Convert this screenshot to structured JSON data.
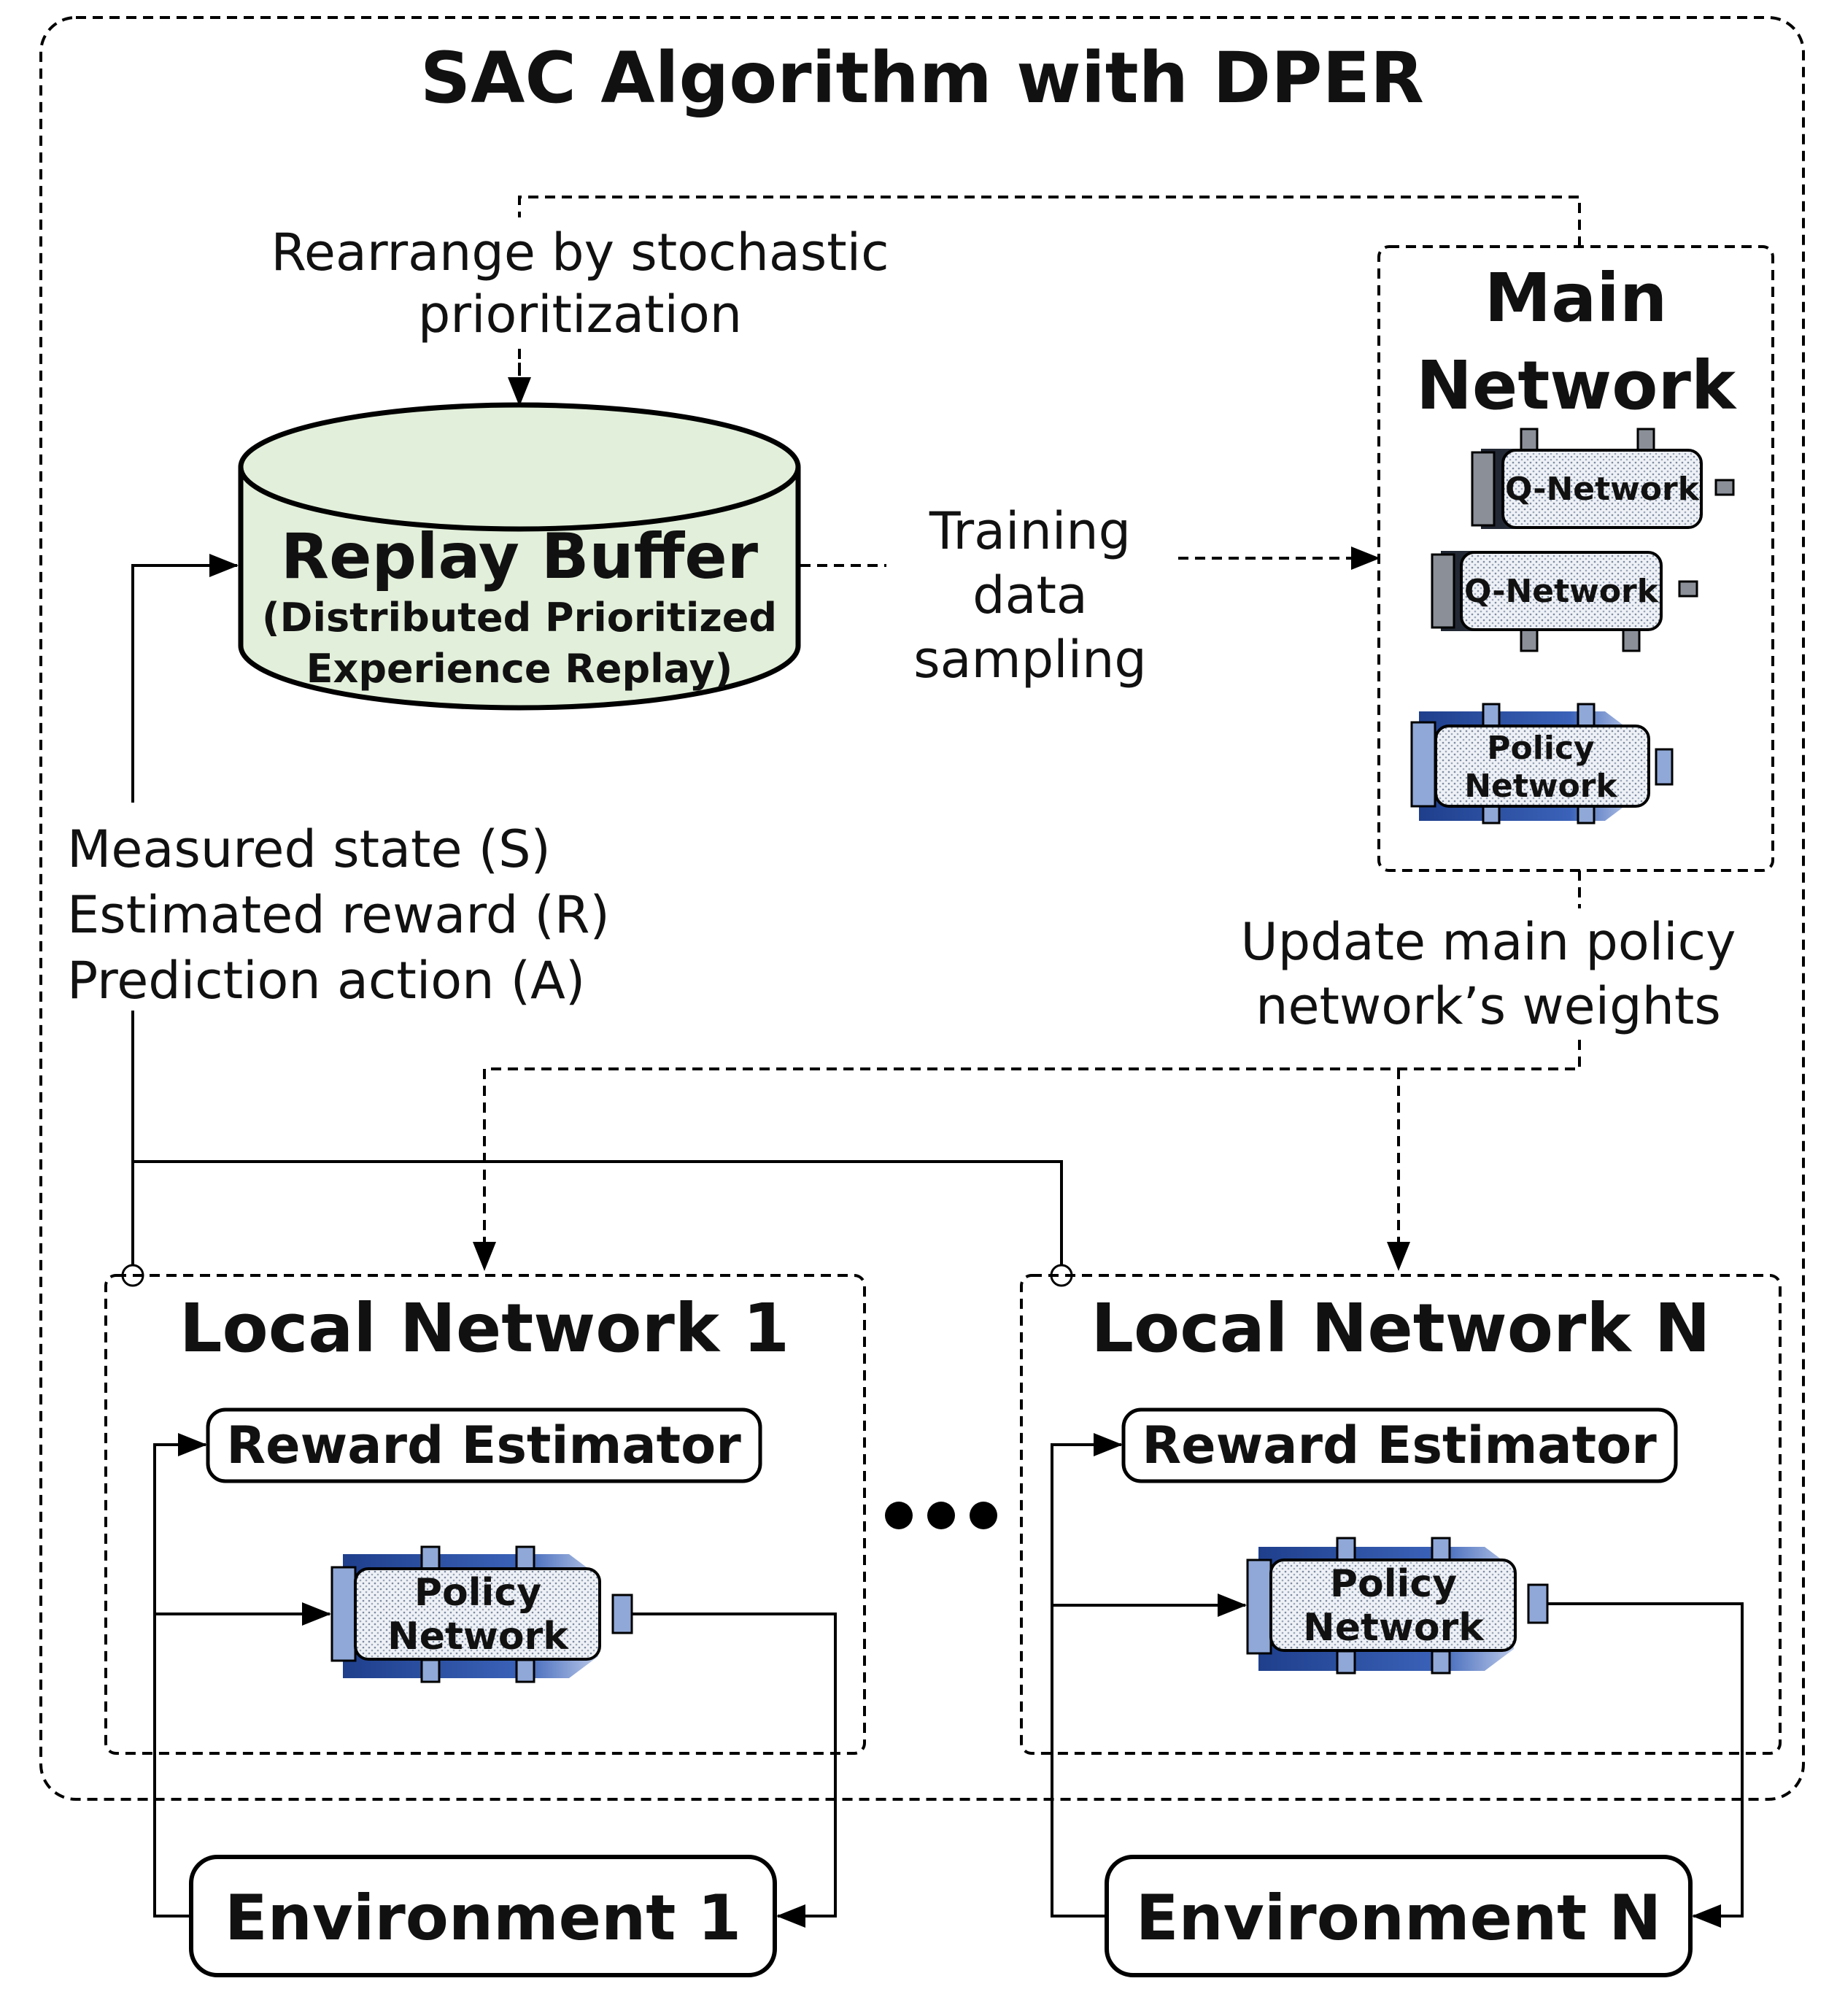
{
  "title": "SAC Algorithm with DPER",
  "replay_buffer": {
    "title": "Replay Buffer",
    "subtitle_line1": "(Distributed Prioritized",
    "subtitle_line2": "Experience Replay)"
  },
  "rearrange_label": {
    "line1": "Rearrange by stochastic",
    "line2": "prioritization"
  },
  "training_label": {
    "line1": "Training",
    "line2": "data",
    "line3": "sampling"
  },
  "main_network": {
    "title_line1": "Main",
    "title_line2": "Network",
    "q_network_1": "Q-Network",
    "q_network_2": "Q-Network",
    "policy_line1": "Policy",
    "policy_line2": "Network"
  },
  "transition_label": {
    "line1": "Measured state (S)",
    "line2": "Estimated reward (R)",
    "line3": "Prediction action (A)"
  },
  "update_label": {
    "line1": "Update main policy",
    "line2": "network’s weights"
  },
  "local_1": {
    "title": "Local Network 1",
    "reward_estimator": "Reward Estimator",
    "policy_line1": "Policy",
    "policy_line2": "Network",
    "environment": "Environment 1"
  },
  "local_n": {
    "title": "Local Network N",
    "reward_estimator": "Reward Estimator",
    "policy_line1": "Policy",
    "policy_line2": "Network",
    "environment": "Environment N"
  },
  "colors": {
    "buffer_fill": "#e2efda",
    "q_network_dark": "#333a45",
    "policy_blue": "#2f56a8",
    "block_light_blue": "#8fa8d8",
    "dotted_fill": "#dde3ec"
  }
}
